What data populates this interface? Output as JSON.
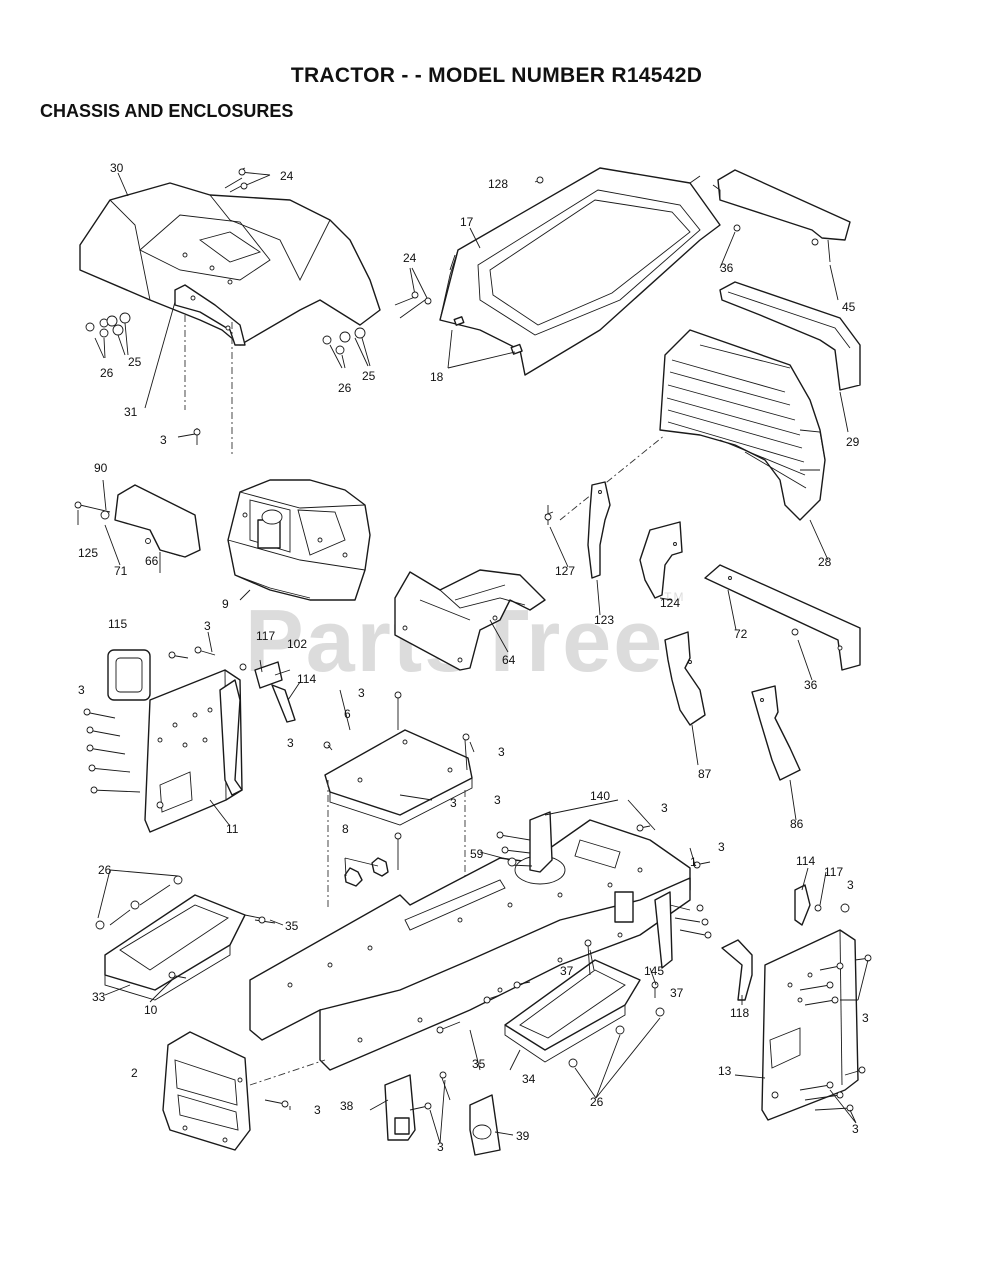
{
  "title": "TRACTOR - - MODEL NUMBER R14542D",
  "subtitle": "CHASSIS AND ENCLOSURES",
  "watermark": "PartsTree",
  "watermark_tm": "TM",
  "callouts": {
    "c30": "30",
    "c24a": "24",
    "c24b": "24",
    "c128": "128",
    "c17": "17",
    "c36a": "36",
    "c45": "45",
    "c25a": "25",
    "c26a": "26",
    "c26b": "26",
    "c25b": "25",
    "c18": "18",
    "c29": "29",
    "c31": "31",
    "c3a": "3",
    "c90": "90",
    "c125": "125",
    "c71": "71",
    "c66": "66",
    "c9": "9",
    "c127": "127",
    "c123": "123",
    "c124": "124",
    "c28": "28",
    "c72": "72",
    "c36b": "36",
    "c64": "64",
    "c115": "115",
    "c3b": "3",
    "c117a": "117",
    "c102": "102",
    "c114a": "114",
    "c3c": "3",
    "c11": "11",
    "c3d": "3",
    "c6": "6",
    "c3e": "3",
    "c3f": "3",
    "c3g": "3",
    "c87": "87",
    "c86": "86",
    "c140": "140",
    "c3h": "3",
    "c3i": "3",
    "c3j": "3",
    "c1": "1",
    "c8": "8",
    "c59": "59",
    "c26c": "26",
    "c35a": "35",
    "c33": "33",
    "c10": "10",
    "c114b": "114",
    "c117b": "117",
    "c3k": "3",
    "c37a": "37",
    "c145": "145",
    "c37b": "37",
    "c118": "118",
    "c3l": "3",
    "c2": "2",
    "c3m": "3",
    "c35b": "35",
    "c34": "34",
    "c26d": "26",
    "c13": "13",
    "c38": "38",
    "c3n": "3",
    "c39": "39",
    "c3o": "3"
  }
}
